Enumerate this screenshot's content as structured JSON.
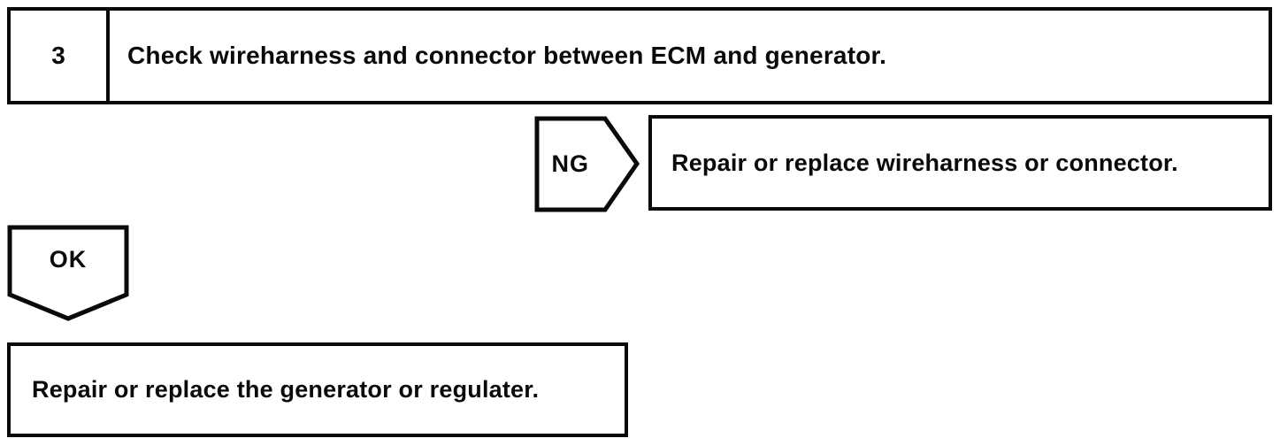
{
  "step": {
    "number": "3",
    "instruction": "Check wireharness and connector between ECM and generator."
  },
  "ng_branch": {
    "label": "NG",
    "action": "Repair or replace wireharness or connector."
  },
  "ok_branch": {
    "label": "OK",
    "action": "Repair or replace the generator or regulater."
  },
  "colors": {
    "line": "#0a0a0a",
    "background": "#ffffff"
  }
}
